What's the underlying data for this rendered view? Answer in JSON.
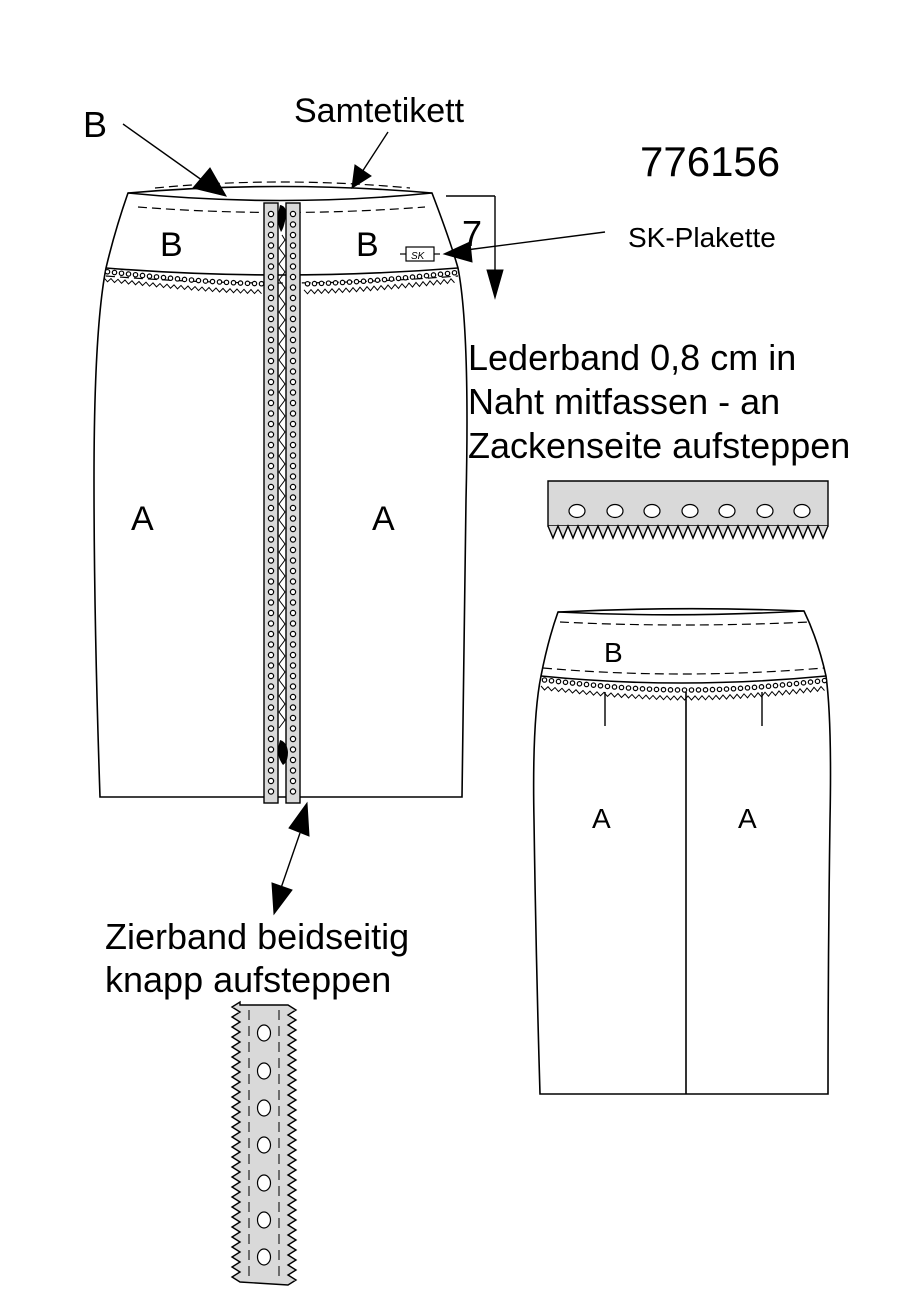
{
  "style_number": "776156",
  "callouts": {
    "b_top": "B",
    "samtetikett": "Samtetikett",
    "sk_plakette": "SK-Plakette",
    "measure_7": "7",
    "plakette_mark": "SK"
  },
  "front_view": {
    "panel_b_left": "B",
    "panel_b_right": "B",
    "panel_a_left": "A",
    "panel_a_right": "A"
  },
  "lederband_note": [
    "Lederband 0,8 cm in",
    "Naht mitfassen - an",
    "Zackenseite aufsteppen"
  ],
  "back_view": {
    "panel_b": "B",
    "panel_a_left": "A",
    "panel_a_right": "A"
  },
  "zierband_note": [
    "Zierband beidseitig",
    "knapp aufsteppen"
  ],
  "colors": {
    "line": "#000000",
    "tape": "#d9d9d9",
    "background": "#ffffff"
  }
}
